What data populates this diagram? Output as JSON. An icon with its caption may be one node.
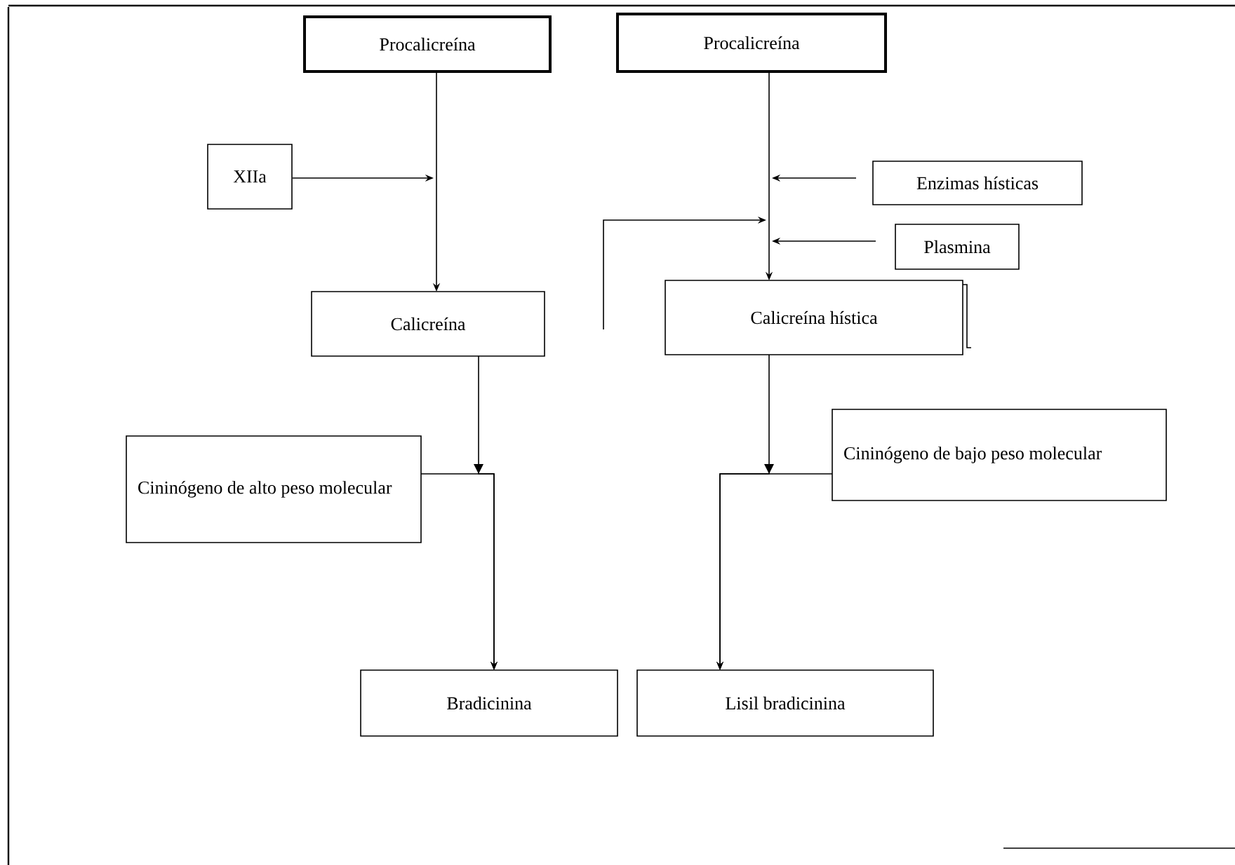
{
  "diagram": {
    "nodes": [
      {
        "text": [
          "Procalicreína"
        ]
      },
      {
        "text": [
          "Procalicreína"
        ]
      },
      {
        "text": [
          "XIIa"
        ]
      },
      {
        "text": [
          "Calicreína"
        ]
      },
      {
        "text": [
          "Enzimas hísticas"
        ]
      },
      {
        "text": [
          "Plasmina"
        ]
      },
      {
        "text": [
          "Calicreína hística"
        ]
      },
      {
        "text": [
          "Cininógeno de alto peso molecular"
        ]
      },
      {
        "text": [
          "Cininógeno de bajo peso molecular"
        ]
      },
      {
        "text": [
          "Bradicinina"
        ]
      },
      {
        "text": [
          "Lisil bradicinina"
        ]
      }
    ],
    "edges": [
      {
        "from": 0,
        "to": 3,
        "arrow": "to"
      },
      {
        "from": 2,
        "to": null,
        "arrow": "to"
      },
      {
        "from": 1,
        "to": 6,
        "arrow": "to"
      },
      {
        "from": 4,
        "to": null,
        "arrow": "to"
      },
      {
        "from": 5,
        "to": null,
        "arrow": "to"
      },
      {
        "from": 3,
        "to": 9,
        "arrow": "to"
      },
      {
        "from": 7,
        "to": 9,
        "arrow": "to"
      },
      {
        "from": 6,
        "to": 10,
        "arrow": "to"
      },
      {
        "from": 8,
        "to": 10,
        "arrow": "to"
      }
    ]
  }
}
